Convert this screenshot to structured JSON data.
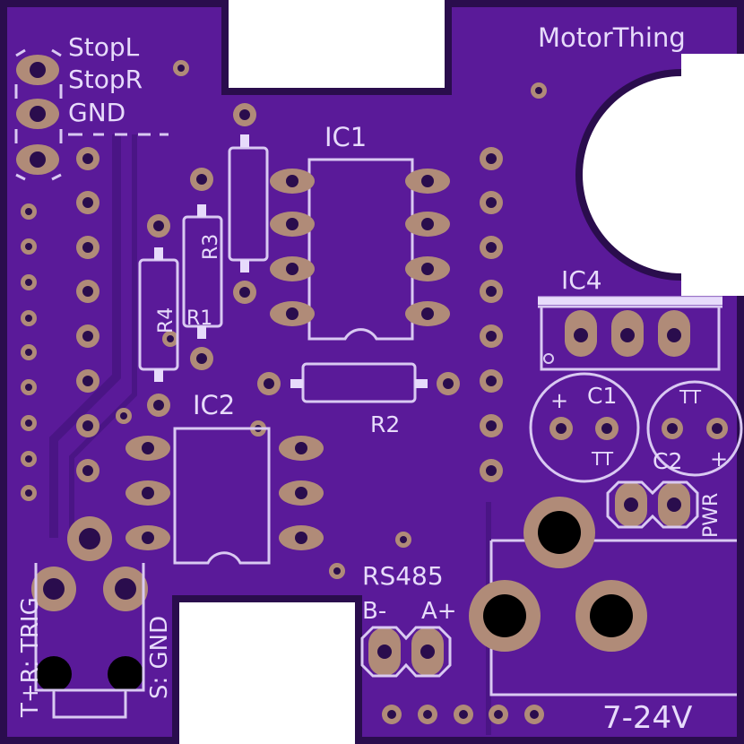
{
  "board": {
    "colors": {
      "substrate": "#2a0d4d",
      "soldermask": "#5a1a99",
      "copper": "#b08b78",
      "silkscreen": "#e7dbfb"
    }
  },
  "labels": {
    "title": "MotorThing",
    "stopl": "StopL",
    "stopr": "StopR",
    "gnd": "GND",
    "ic1": "IC1",
    "ic2": "IC2",
    "ic4": "IC4",
    "r1": "R1",
    "r2": "R2",
    "r3": "R3",
    "r4": "R4",
    "c1": "C1",
    "c2": "C2",
    "pwr": "PWR",
    "rs485": "RS485",
    "bminus": "B-",
    "aplus": "A+",
    "trig": "T+R: TRIG",
    "sgnd": "S: GND",
    "voltage": "7-24V",
    "plus": "+",
    "tt": "TT"
  }
}
